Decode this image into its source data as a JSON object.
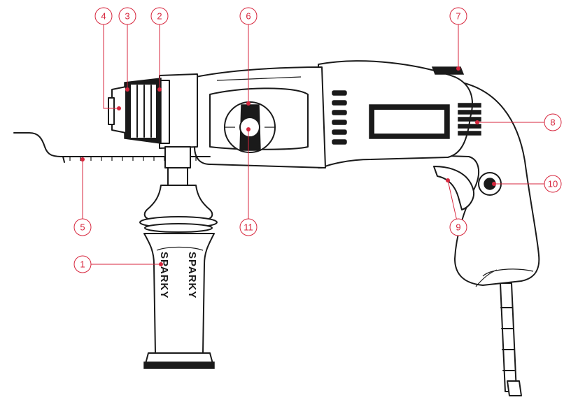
{
  "accent_color": "#d7263d",
  "brand_label": "SPARKY",
  "callouts": [
    {
      "id": "1",
      "label": "1"
    },
    {
      "id": "2",
      "label": "2"
    },
    {
      "id": "3",
      "label": "3"
    },
    {
      "id": "4",
      "label": "4"
    },
    {
      "id": "5",
      "label": "5"
    },
    {
      "id": "6",
      "label": "6"
    },
    {
      "id": "7",
      "label": "7"
    },
    {
      "id": "8",
      "label": "8"
    },
    {
      "id": "9",
      "label": "9"
    },
    {
      "id": "10",
      "label": "10"
    },
    {
      "id": "11",
      "label": "11"
    }
  ]
}
